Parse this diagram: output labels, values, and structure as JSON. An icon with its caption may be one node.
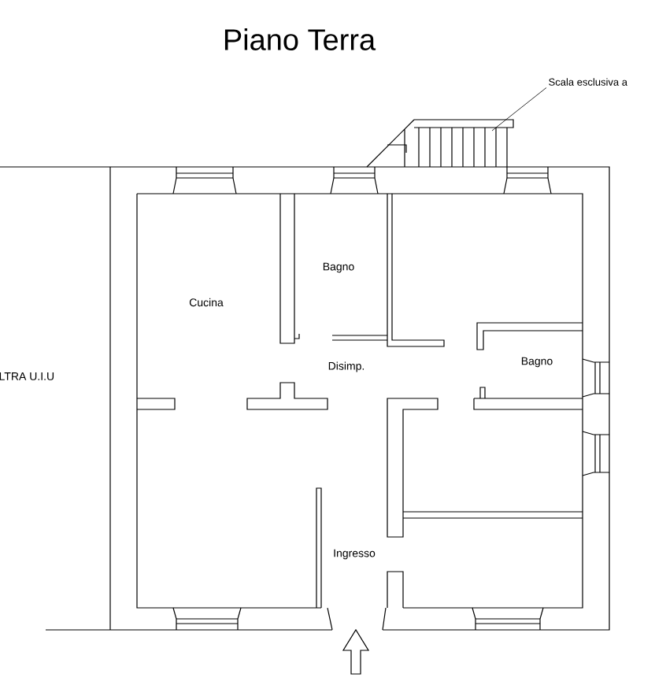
{
  "diagram": {
    "title": "Piano Terra",
    "nodes": [
      {
        "text": [
          "Scala esclusiva a"
        ]
      },
      {
        "text": [],
        "shape": "picture"
      }
    ],
    "edges": [
      {
        "from": 0,
        "to": 1,
        "arrow": "none"
      }
    ],
    "labels": [
      "Bagno",
      "Cucina",
      "Disimp.",
      "Bagno",
      "LTRA U.I.U",
      "Ingresso"
    ]
  }
}
